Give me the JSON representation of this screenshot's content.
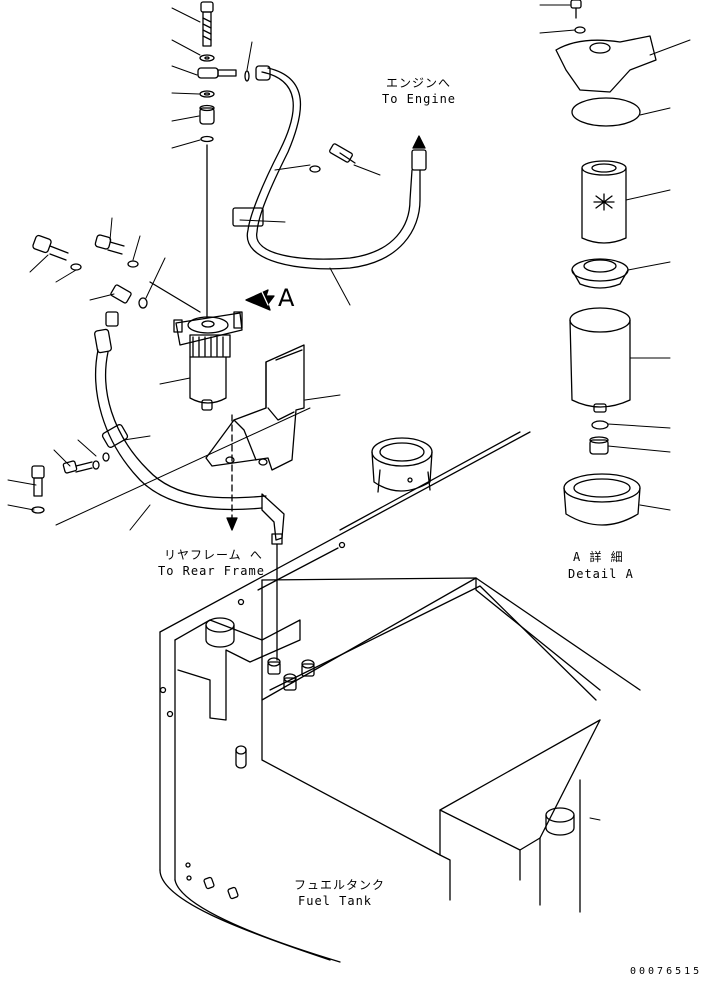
{
  "labels": {
    "to_engine_jp": "エンジンへ",
    "to_engine_en": "To Engine",
    "to_rear_frame_jp": "リヤフレーム へ",
    "to_rear_frame_en": "To Rear Frame",
    "detail_a_jp": "A 詳 細",
    "detail_a_en": "Detail A",
    "fuel_tank_jp": "フュエルタンク",
    "fuel_tank_en": "Fuel Tank",
    "view_arrow": "A"
  },
  "drawing_number": "00076515"
}
